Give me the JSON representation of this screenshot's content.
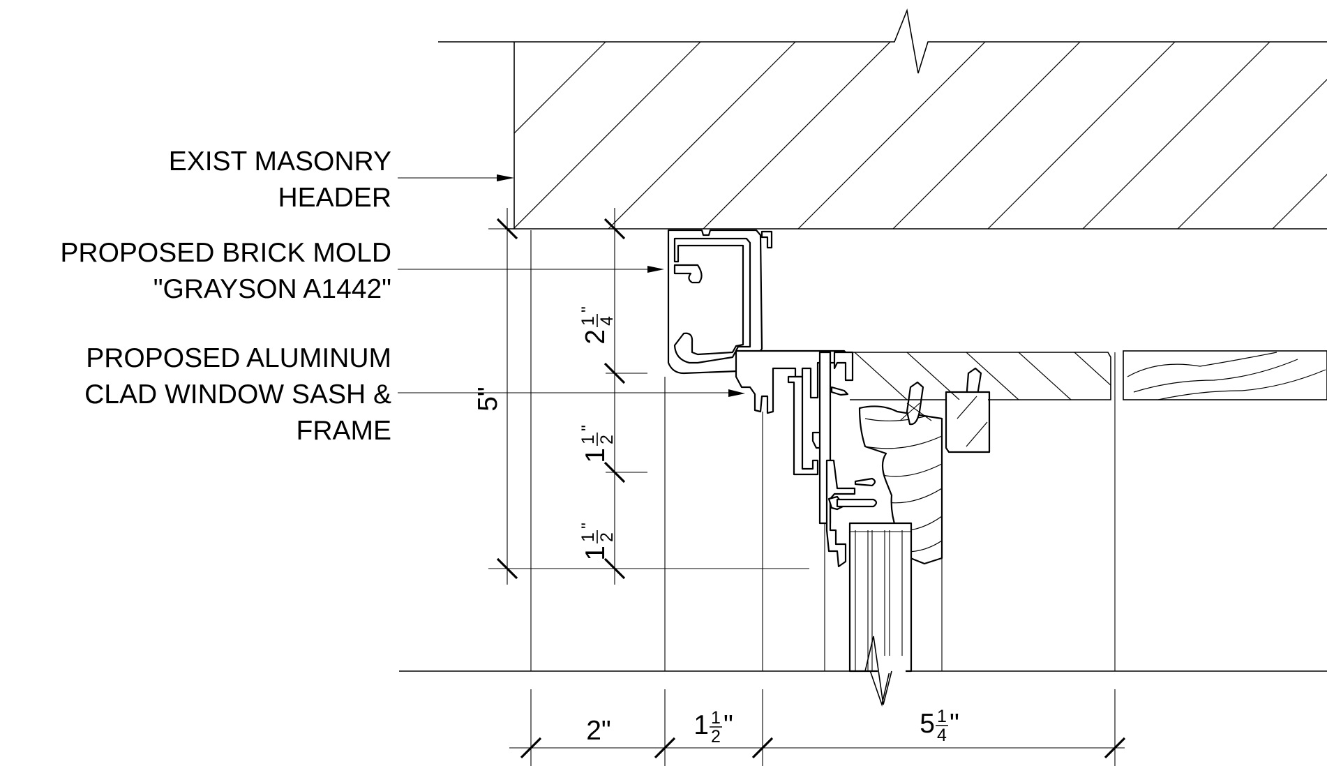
{
  "labels": {
    "masonry": [
      "EXIST MASONRY",
      "HEADER"
    ],
    "brick_mold": [
      "PROPOSED BRICK MOLD",
      "\"GRAYSON A1442\""
    ],
    "window": [
      "PROPOSED ALUMINUM",
      "CLAD WINDOW SASH &",
      "FRAME"
    ]
  },
  "dimensions": {
    "overall_height": "5\"",
    "vert_1": {
      "whole": "2",
      "num": "1",
      "den": "4",
      "unit": "\""
    },
    "vert_2": {
      "whole": "1",
      "num": "1",
      "den": "2",
      "unit": "\""
    },
    "vert_3": {
      "whole": "1",
      "num": "1",
      "den": "2",
      "unit": "\""
    },
    "horiz_1": "2\"",
    "horiz_2": {
      "whole": "1",
      "num": "1",
      "den": "2",
      "unit": "\""
    },
    "horiz_3": {
      "whole": "5",
      "num": "1",
      "den": "4",
      "unit": "\""
    }
  }
}
